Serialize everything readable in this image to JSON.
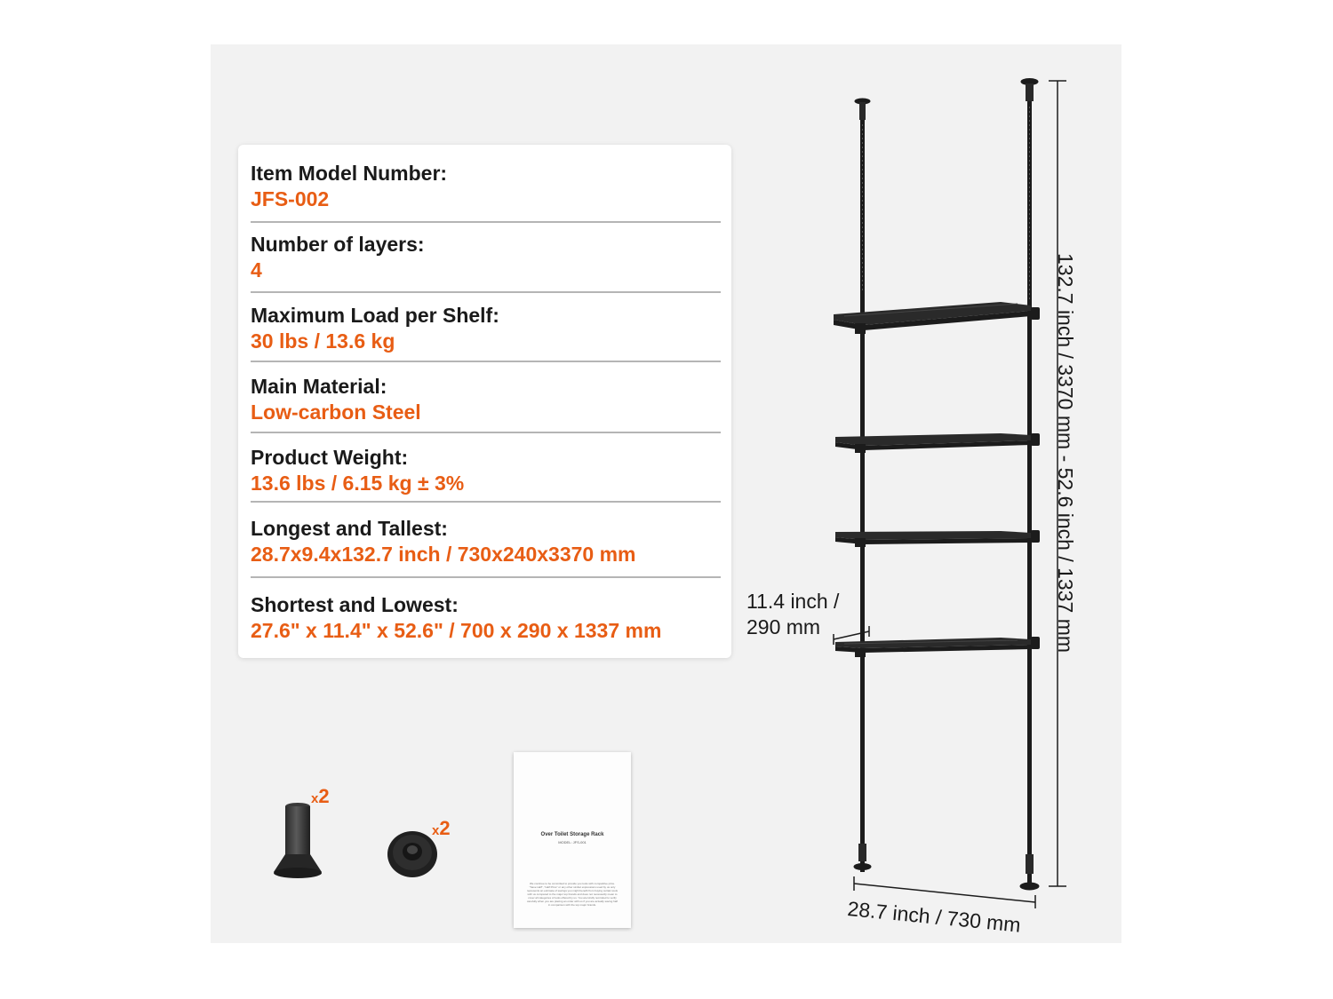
{
  "specs": [
    {
      "label": "Item Model Number:",
      "value": "JFS-002"
    },
    {
      "label": "Number of layers:",
      "value": "4"
    },
    {
      "label": "Maximum Load per Shelf:",
      "value": "30 lbs / 13.6 kg"
    },
    {
      "label": "Main Material:",
      "value": "Low-carbon Steel"
    },
    {
      "label": "Product Weight:",
      "value": "13.6 lbs / 6.15 kg ± 3%"
    },
    {
      "label": "Longest and Tallest:",
      "value": "28.7x9.4x132.7 inch / 730x240x3370 mm"
    },
    {
      "label": "Shortest and Lowest:",
      "value": "27.6\" x 11.4\" x 52.6\" / 700 x 290 x 1337 mm"
    }
  ],
  "accessories": {
    "foot_qty": "2",
    "cap_qty": "2",
    "qty_prefix": "x",
    "manual_title": "Over Toilet Storage Rack",
    "manual_model": "MODEL: JFS-001",
    "manual_text": "We continue to be committed to provide you tools with competitive price. \"Save Half\", \"Half Price\" or any other similar expressions used by us only represents an estimate of savings you might benefit from buying certain tools with us compared to the major top brands and does not necessarily mean to cover all categories of tools offered by us. You are kindly reminded to verify carefully when you are placing an order with us if you are actually saving half in comparison with the top major brands."
  },
  "dimensions": {
    "height": "132.7 inch / 3370 mm - 52.6 inch / 1337  mm",
    "depth_line1": "11.4 inch /",
    "depth_line2": "290 mm",
    "width": "28.7 inch / 730 mm"
  },
  "colors": {
    "accent": "#e85d14",
    "rack": "#1c1c1c",
    "background": "#f2f2f2"
  }
}
